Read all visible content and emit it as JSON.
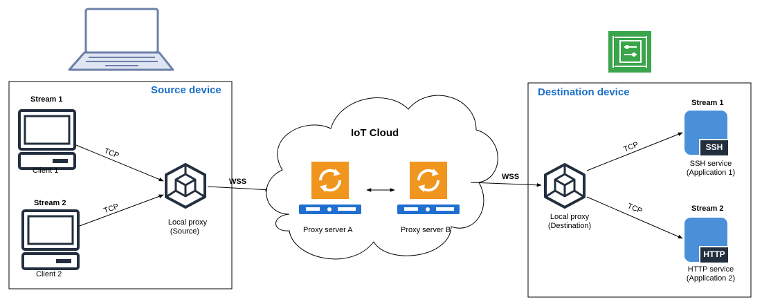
{
  "source": {
    "title": "Source device",
    "stream1": "Stream 1",
    "stream2": "Stream 2",
    "client1": "Client 1",
    "client2": "Client 2",
    "tcp1": "TCP",
    "tcp2": "TCP",
    "proxy_line1": "Local proxy",
    "proxy_line2": "(Source)"
  },
  "link_wss_left": "WSS",
  "link_wss_right": "WSS",
  "cloud": {
    "title": "IoT Cloud",
    "server_a": "Proxy server A",
    "server_b": "Proxy server B"
  },
  "destination": {
    "title": "Destination device",
    "proxy_line1": "Local proxy",
    "proxy_line2": "(Destination)",
    "tcp1": "TCP",
    "tcp2": "TCP",
    "stream1": "Stream 1",
    "stream2": "Stream 2",
    "ssh_badge": "SSH",
    "http_badge": "HTTP",
    "ssh_line1": "SSH service",
    "ssh_line2": "(Application 1)",
    "http_line1": "HTTP service",
    "http_line2": "(Application 2)"
  },
  "colors": {
    "accent_blue": "#1a6fc9",
    "laptop_blue": "#6b7fa8",
    "laptop_fill": "#dfe5f2",
    "chip_green": "#3aa54a",
    "server_orange": "#f0951e",
    "server_bar_blue": "#1f6fd1",
    "app_blue": "#4a90d9",
    "dark_icon": "#232f3e"
  },
  "icons": [
    "laptop-icon",
    "chip-icon",
    "monitor-icon",
    "cube-icon",
    "cloud-icon",
    "proxy-server-icon",
    "application-icon"
  ]
}
